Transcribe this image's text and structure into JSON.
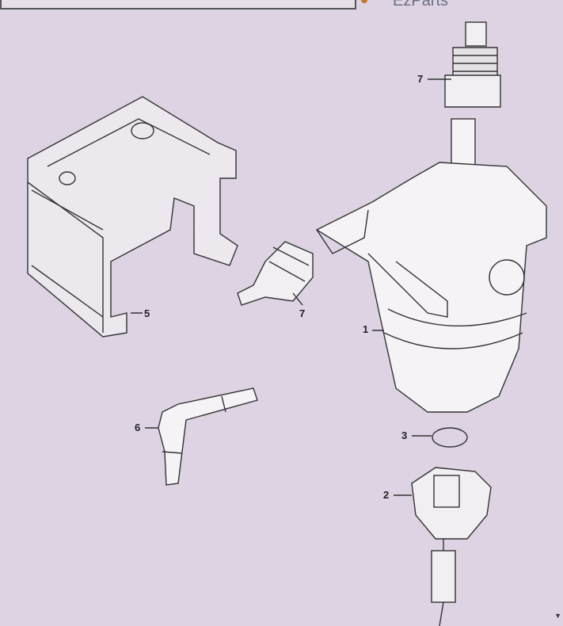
{
  "header": {
    "title_fragment": "EzParts"
  },
  "diagram": {
    "callouts": [
      {
        "id": "1",
        "part": "filter-housing"
      },
      {
        "id": "2",
        "part": "filter-base-sensor"
      },
      {
        "id": "3",
        "part": "o-ring"
      },
      {
        "id": "5",
        "part": "mounting-bracket"
      },
      {
        "id": "6",
        "part": "elbow-hose"
      },
      {
        "id": "7",
        "part": "quick-connector-top"
      },
      {
        "id": "7",
        "part": "quick-connector-side"
      }
    ]
  },
  "colors": {
    "background": "#ddd3e3",
    "line": "#333333"
  }
}
